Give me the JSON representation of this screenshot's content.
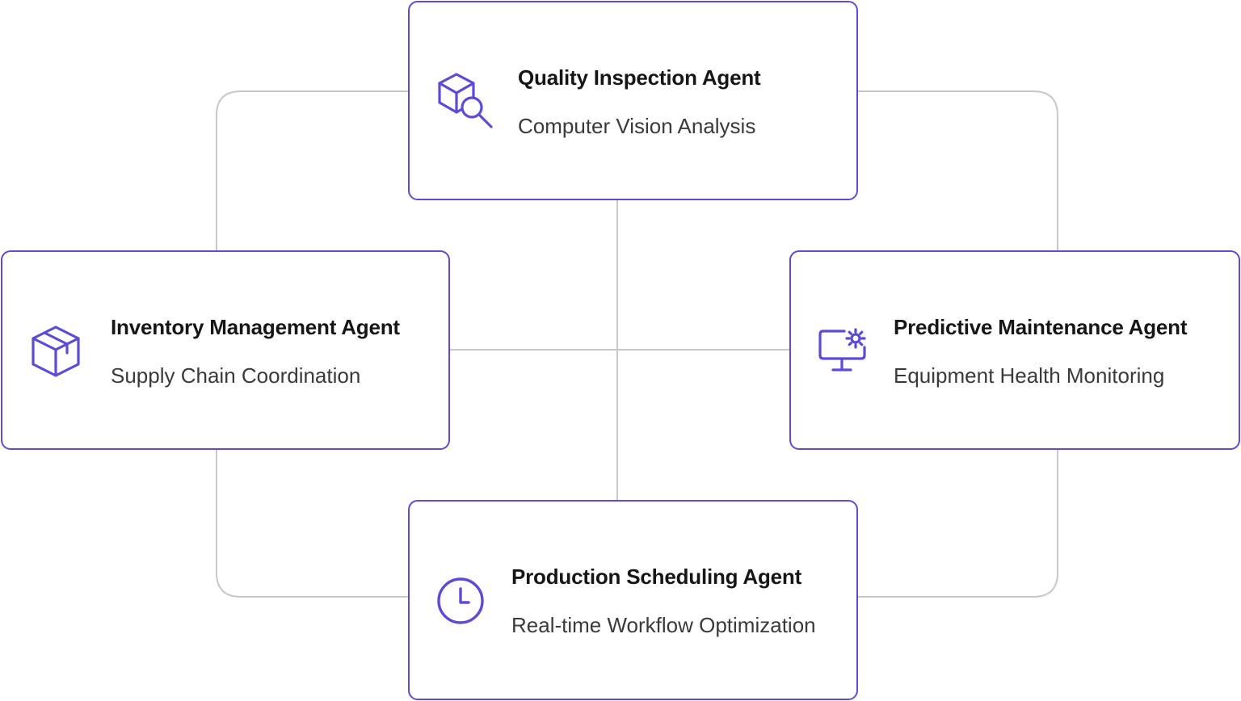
{
  "colors": {
    "accent": "#5b4bd6",
    "connector": "#c8c8cc",
    "title_text": "#161616",
    "subtitle_text": "#3a3a3a",
    "background": "#ffffff"
  },
  "agents": {
    "quality": {
      "title": "Quality Inspection Agent",
      "subtitle": "Computer Vision Analysis",
      "icon": "cube-search-icon"
    },
    "inventory": {
      "title": "Inventory Management Agent",
      "subtitle": "Supply Chain Coordination",
      "icon": "package-box-icon"
    },
    "maintenance": {
      "title": "Predictive Maintenance Agent",
      "subtitle": "Equipment Health Monitoring",
      "icon": "monitor-gear-icon"
    },
    "production": {
      "title": "Production Scheduling Agent",
      "subtitle": "Real-time Workflow Optimization",
      "icon": "clock-icon"
    }
  }
}
